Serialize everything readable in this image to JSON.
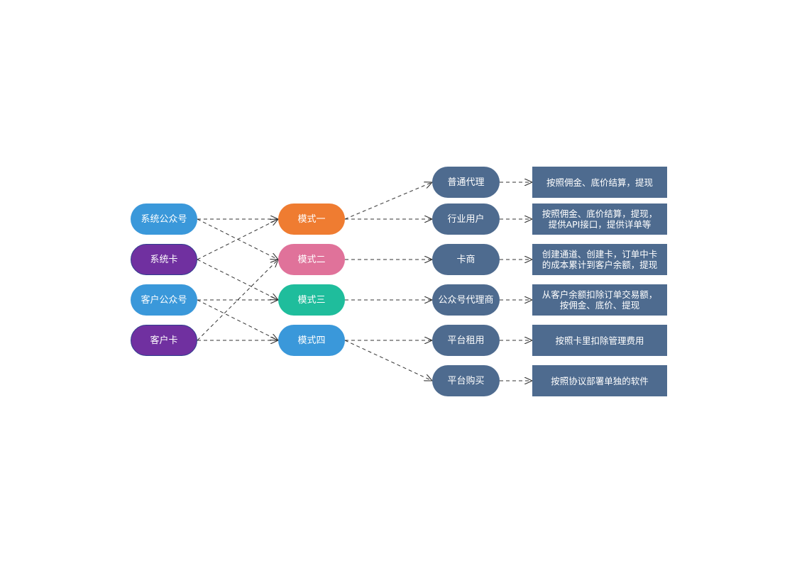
{
  "colors": {
    "source_blue": "#3a98da",
    "source_purple": "#7030a0",
    "mode_orange": "#ef7c31",
    "mode_pink": "#e0729a",
    "mode_teal": "#1fbd9c",
    "mode_blue": "#3a98da",
    "slate": "#4e6b8f",
    "edge": "#333333"
  },
  "sources": [
    {
      "id": "s1",
      "label": "系统公众号",
      "color": "#3a98da"
    },
    {
      "id": "s2",
      "label": "系统卡",
      "color": "#7030a0"
    },
    {
      "id": "s3",
      "label": "客户公众号",
      "color": "#3a98da"
    },
    {
      "id": "s4",
      "label": "客户卡",
      "color": "#7030a0"
    }
  ],
  "modes": [
    {
      "id": "m1",
      "label": "模式一",
      "color": "#ef7c31"
    },
    {
      "id": "m2",
      "label": "模式二",
      "color": "#e0729a"
    },
    {
      "id": "m3",
      "label": "模式三",
      "color": "#1fbd9c"
    },
    {
      "id": "m4",
      "label": "模式四",
      "color": "#3a98da"
    }
  ],
  "roles": [
    {
      "id": "r1",
      "label": "普通代理",
      "color": "#4e6b8f"
    },
    {
      "id": "r2",
      "label": "行业用户",
      "color": "#4e6b8f"
    },
    {
      "id": "r3",
      "label": "卡商",
      "color": "#4e6b8f"
    },
    {
      "id": "r4",
      "label": "公众号代理商",
      "color": "#4e6b8f"
    },
    {
      "id": "r5",
      "label": "平台租用",
      "color": "#4e6b8f"
    },
    {
      "id": "r6",
      "label": "平台购买",
      "color": "#4e6b8f"
    }
  ],
  "descriptions": [
    {
      "id": "d1",
      "label": "按照佣金、底价结算，提现",
      "color": "#4e6b8f"
    },
    {
      "id": "d2",
      "label": "按照佣金、底价结算，提现，\n提供API接口，提供详单等",
      "color": "#4e6b8f"
    },
    {
      "id": "d3",
      "label": "创建通道、创建卡，订单中卡\n的成本累计到客户余额，提现",
      "color": "#4e6b8f"
    },
    {
      "id": "d4",
      "label": "从客户余额扣除订单交易额，\n按佣金、底价、提现",
      "color": "#4e6b8f"
    },
    {
      "id": "d5",
      "label": "按照卡里扣除管理费用",
      "color": "#4e6b8f"
    },
    {
      "id": "d6",
      "label": "按照协议部署单独的软件",
      "color": "#4e6b8f"
    }
  ],
  "edges": [
    {
      "from": "s1",
      "to": "m1"
    },
    {
      "from": "s1",
      "to": "m2"
    },
    {
      "from": "s2",
      "to": "m1"
    },
    {
      "from": "s2",
      "to": "m3"
    },
    {
      "from": "s3",
      "to": "m3"
    },
    {
      "from": "s3",
      "to": "m4"
    },
    {
      "from": "s4",
      "to": "m4"
    },
    {
      "from": "s4",
      "to": "m2"
    },
    {
      "from": "m1",
      "to": "r1"
    },
    {
      "from": "m1",
      "to": "r2"
    },
    {
      "from": "m2",
      "to": "r3"
    },
    {
      "from": "m3",
      "to": "r4"
    },
    {
      "from": "m4",
      "to": "r5"
    },
    {
      "from": "m4",
      "to": "r6"
    },
    {
      "from": "r1",
      "to": "d1"
    },
    {
      "from": "r2",
      "to": "d2"
    },
    {
      "from": "r3",
      "to": "d3"
    },
    {
      "from": "r4",
      "to": "d4"
    },
    {
      "from": "r5",
      "to": "d5"
    },
    {
      "from": "r6",
      "to": "d6"
    }
  ]
}
